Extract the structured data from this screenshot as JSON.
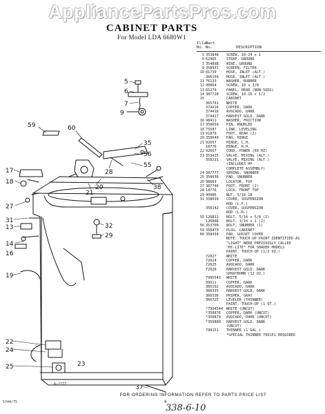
{
  "watermark": "AppliancePartsPros.com",
  "title": "CABINET PARTS",
  "subtitle": "For Model LDA 6680W1",
  "table_header": {
    "col1_line1": "Illus.",
    "col2_line1": "Part",
    "col1_line2": "No.",
    "col2_line2": "No.",
    "col3_line2": "DESCRIPTION"
  },
  "parts": [
    {
      "n": "5",
      "p": "353848",
      "d": "SCREW, 10-24 x 1"
    },
    {
      "n": "6",
      "p": "62965",
      "d": "STRAP, GROUND"
    },
    {
      "n": "7",
      "p": "354898",
      "d": "WIRE, GROUND"
    },
    {
      "n": "9",
      "p": "358931",
      "d": "SCREEN, FILTER"
    },
    {
      "n": "10",
      "p": "81739",
      "d": "HOSE, INLET (ALT.)"
    },
    {
      "n": "",
      "p": "366158",
      "d": "HOSE, INLET (ALT.)"
    },
    {
      "n": "11",
      "p": "76133",
      "d": "WASHER, RUBBER"
    },
    {
      "n": "12",
      "p": "90864",
      "d": "SCREW, 10 x 3/8"
    },
    {
      "n": "13",
      "p": "65279",
      "d": "PANEL, REAR (NON-SUDS)"
    },
    {
      "n": "14",
      "p": "387728",
      "d": "SCREW, 10-16 x 1/2"
    },
    {
      "n": "15",
      "p": "",
      "d": "CABINET"
    },
    {
      "n": "",
      "p": "365761",
      "d": "WHITE"
    },
    {
      "n": "",
      "p": "374416",
      "d": "COPPER, DARK"
    },
    {
      "n": "",
      "p": "374416",
      "d": "AVOCADO, DARK"
    },
    {
      "n": "",
      "p": "374417",
      "d": "HARVEST GOLD, DARK"
    },
    {
      "n": "16",
      "p": "98411",
      "d": "WASHER, FRICTION"
    },
    {
      "n": "17",
      "p": "358659",
      "d": "PIN, KNURLED"
    },
    {
      "n": "18",
      "p": "75587",
      "d": "LINK, LEVELING"
    },
    {
      "n": "19",
      "p": "91879",
      "d": "FOOT, REAR (2)"
    },
    {
      "n": "20",
      "p": "358649",
      "d": "PAD, HINGE"
    },
    {
      "n": "21",
      "p": "92657",
      "d": "HINGE, L.H."
    },
    {
      "n": "",
      "p": "18776",
      "d": "HINGE, R.H."
    },
    {
      "n": "22",
      "p": "92667",
      "d": "CORD, POWER (60 HZ)"
    },
    {
      "n": "23",
      "p": "353425",
      "d": "VALVE, MIXING (ALT.)"
    },
    {
      "n": "",
      "p": "358211",
      "d": "VALVE, MIXING (ALT.)"
    },
    {
      "n": "",
      "p": "",
      "d": "(INCLUDES HP"
    },
    {
      "n": "",
      "p": "",
      "d": "COMPLETE ASSEMBLY)"
    },
    {
      "n": "24",
      "p": "387777",
      "d": "SPRING, SNUBBER"
    },
    {
      "n": "25",
      "p": "358036",
      "d": "PAD, SNUBBER"
    },
    {
      "n": "26",
      "p": "98669",
      "d": "LOCATOR, TOP"
    },
    {
      "n": "27",
      "p": "387746",
      "d": "FOOT, FRONT (2)"
    },
    {
      "n": "28",
      "p": "18776",
      "d": "LOCK, FRONT TOP"
    },
    {
      "n": "29",
      "p": "90986",
      "d": "NUT, 5/16-18"
    },
    {
      "n": "31",
      "p": "358039",
      "d": "COVER, SUSPENSION"
    },
    {
      "n": "",
      "p": "",
      "d": "ROD (L.F.)"
    },
    {
      "n": "",
      "p": "358142",
      "d": "COVER, SUSPENSION"
    },
    {
      "n": "",
      "p": "",
      "d": "ROD (L.R.)"
    },
    {
      "n": "55",
      "p": "126811",
      "d": "BOLT, 5/16 x 5/8 (2)"
    },
    {
      "n": "",
      "p": "126808",
      "d": "BOLT, 3/16 x 1 (2)"
    },
    {
      "n": "56",
      "p": "353700",
      "d": "BOLT, SNUBBER (1)"
    },
    {
      "n": "59",
      "p": "358479",
      "d": "PLUG, CABINET"
    },
    {
      "n": "60",
      "p": "358434",
      "d": "PAD, GUSSET COVER"
    },
    {
      "n": "",
      "p": "",
      "d": ""
    },
    {
      "n": "",
      "p": "",
      "d": "NOTE: TOUCH-UP PAINT IDENTIFIED AS"
    },
    {
      "n": "",
      "p": "",
      "d": "\"LIGHT\" WERE PREVIOUSLY CALLED"
    },
    {
      "n": "",
      "p": "",
      "d": "\"HI-LITE\" FOR SHADED MODELS"
    },
    {
      "n": "",
      "p": "",
      "d": ""
    },
    {
      "n": "",
      "p": "",
      "d": "PAINT, TOUCH-UP (1/2 OZ.)"
    },
    {
      "n": "",
      "p": "72027",
      "d": "WHITE"
    },
    {
      "n": "",
      "p": "72024",
      "d": "COPPER, DARK"
    },
    {
      "n": "",
      "p": "72025",
      "d": "AVOCADO, DARK"
    },
    {
      "n": "",
      "p": "72026",
      "d": "HARVEST GOLD, DARK"
    },
    {
      "n": "",
      "p": "",
      "d": "SPRAYBOMB (12 OZ.)"
    },
    {
      "n": "",
      "p": "7995543",
      "d": "WHITE"
    },
    {
      "n": "",
      "p": "99911",
      "d": "COPPER, DARK"
    },
    {
      "n": "",
      "p": "360192",
      "d": "AVOCADO, DARK"
    },
    {
      "n": "",
      "p": "360335",
      "d": "HARVEST GOLD, DARK"
    },
    {
      "n": "",
      "p": "360336",
      "d": "PRIMER, GRAY"
    },
    {
      "n": "",
      "p": "366725",
      "d": "LEVELER (THINNER)"
    },
    {
      "n": "",
      "p": "",
      "d": "PAINT, TOUCH-UP (1 QT.)"
    },
    {
      "n": "",
      "p": "*7994544",
      "d": "WHITE (UNCUT)"
    },
    {
      "n": "",
      "p": "*350876",
      "d": "COPPER, DARK (UNCUT)"
    },
    {
      "n": "",
      "p": "*350879",
      "d": "AVOCADO, DARK (UNCUT)"
    },
    {
      "n": "",
      "p": "*350880",
      "d": "HARVEST GOLD, DARK"
    },
    {
      "n": "",
      "p": "",
      "d": "(UNCUT)"
    },
    {
      "n": "",
      "p": "799151",
      "d": "THINNER (1 GAL.)"
    },
    {
      "n": "",
      "p": "",
      "d": ""
    },
    {
      "n": "",
      "p": "",
      "d": "*SPECIAL THINNER 799151 REQUIRED"
    }
  ],
  "callouts": {
    "c5": "5",
    "c6": "6",
    "c7": "7",
    "c9": "9",
    "c59": "59",
    "c60": "60",
    "c35": "35",
    "c56": "56",
    "c55": "55",
    "c28": "28",
    "c20": "20",
    "c21": "21",
    "c17": "17",
    "c38": "38",
    "c18": "18",
    "c27": "27",
    "c31": "31",
    "c13": "13",
    "c14": "14",
    "c16": "16",
    "c32": "32",
    "c29": "29",
    "c23": "23",
    "c19": "19",
    "c22": "22",
    "c24": "24",
    "c25": "25",
    "c37": "37"
  },
  "diagram_code": "A—2777",
  "footer_note": "FOR ORDERING INFORMATION REFER TO PARTS PRICE LIST",
  "page_number": "4",
  "left_code": "5744/75",
  "handwritten": "338-6-10"
}
